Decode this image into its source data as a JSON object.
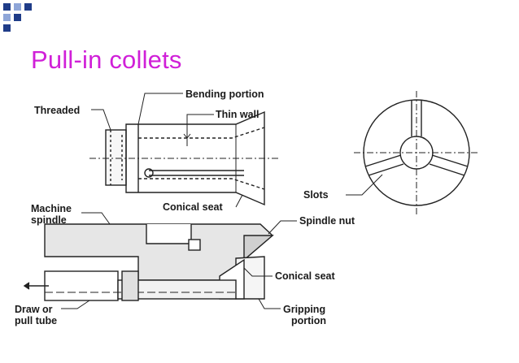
{
  "slide": {
    "title": "Pull-in collets",
    "accent_colors": {
      "title": "#d020d8",
      "corner": "#1f3c88"
    }
  },
  "diagram": {
    "labels": {
      "threaded": "Threaded",
      "bending_portion": "Bending portion",
      "thin_wall": "Thin wall",
      "conical_seat_top": "Conical seat",
      "slots": "Slots",
      "machine_spindle_line1": "Machine",
      "machine_spindle_line2": "spindle",
      "spindle_nut": "Spindle nut",
      "conical_seat_bottom": "Conical seat",
      "draw_tube_line1": "Draw or",
      "draw_tube_line2": "pull tube",
      "gripping_line1": "Gripping",
      "gripping_line2": "portion"
    }
  }
}
